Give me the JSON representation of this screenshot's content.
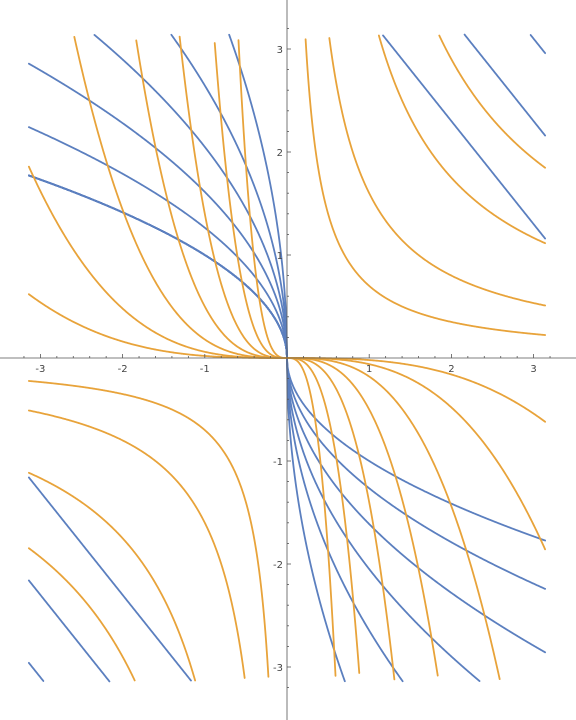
{
  "chart_data": {
    "type": "line",
    "title": "",
    "xlabel": "",
    "ylabel": "",
    "xlim": [
      -3.14,
      3.14
    ],
    "ylim": [
      -3.14,
      3.14
    ],
    "grid": false,
    "legend": "none",
    "xticks": [
      {
        "value": -3,
        "label": "-3"
      },
      {
        "value": -2,
        "label": "-2"
      },
      {
        "value": -1,
        "label": "-1"
      },
      {
        "value": 1,
        "label": "1"
      },
      {
        "value": 2,
        "label": "2"
      },
      {
        "value": 3,
        "label": "3"
      }
    ],
    "yticks": [
      {
        "value": -3,
        "label": "-3"
      },
      {
        "value": -2,
        "label": "-2"
      },
      {
        "value": -1,
        "label": "-1"
      },
      {
        "value": 1,
        "label": "1"
      },
      {
        "value": 2,
        "label": "2"
      },
      {
        "value": 3,
        "label": "3"
      }
    ],
    "series": [
      {
        "color": "#5B7FBF",
        "description_note": "",
        "kind": "through-origin",
        "curves": [
          {
            "equation": "y = -x / sqrt(a*|x|)",
            "params": [
              1.0,
              1.6,
              2.6,
              4.2,
              7.0,
              14.0
            ]
          }
        ]
      },
      {
        "color": "#E8A33A",
        "description_note": "",
        "kind": "through-origin",
        "curves": [
          {
            "equation": "y = -a * x^3",
            "params": [
              0.02,
              0.06,
              0.18,
              0.5,
              1.4,
              4.5,
              15.0
            ]
          }
        ]
      },
      {
        "color": "#E8A33A",
        "description_note": "",
        "kind": "hyperbola",
        "curves": [
          {
            "equation": "x*y = c",
            "params": [
              0.7,
              1.6,
              3.5,
              5.8
            ]
          }
        ]
      },
      {
        "color": "#5B7FBF",
        "description_note": "",
        "kind": "line",
        "curves": [
          {
            "equation": "y = -x + b",
            "params": [
              4.3,
              5.3,
              6.1
            ]
          }
        ]
      }
    ],
    "colors": {
      "blue": "#5B7FBF",
      "orange": "#E8A33A",
      "axis": "#555555"
    }
  }
}
